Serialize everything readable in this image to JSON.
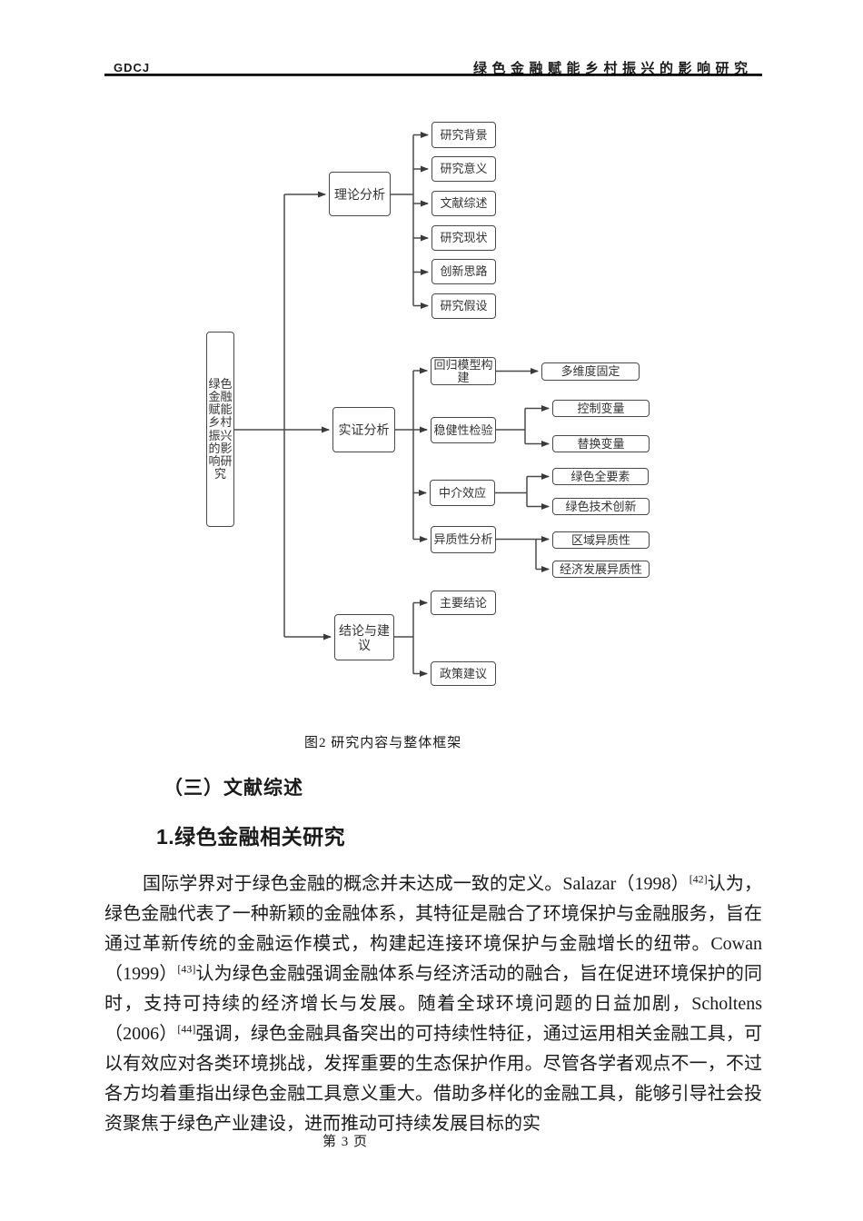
{
  "header": {
    "left": "GDCJ",
    "right": "绿色金融赋能乡村振兴的影响研究"
  },
  "diagram": {
    "nodes": {
      "root": "绿色金融赋能乡村振兴的影响研究",
      "theory": "理论分析",
      "empirical": "实证分析",
      "conclusion": "结论与建议",
      "background": "研究背景",
      "significance": "研究意义",
      "literature": "文献综述",
      "status": "研究现状",
      "innovation": "创新思路",
      "hypothesis": "研究假设",
      "regression": "回归模型构建",
      "robustness": "稳健性检验",
      "mediation": "中介效应",
      "heterogeneity": "异质性分析",
      "multifixed": "多维度固定",
      "control": "控制变量",
      "replace": "替换变量",
      "greentfp": "绿色全要素",
      "greentech": "绿色技术创新",
      "regionhet": "区域异质性",
      "econhet": "经济发展异质性",
      "mainconclusion": "主要结论",
      "policy": "政策建议"
    },
    "colors": {
      "box_border": "#4a4a4a",
      "connector": "#404040"
    }
  },
  "figure": {
    "caption": "图2 研究内容与整体框架"
  },
  "section": {
    "heading": "（三）文献综述",
    "subheading": "1.绿色金融相关研究"
  },
  "paragraph": {
    "seg0": "国际学界对于绿色金融的概念并未达成一致的定义。Salazar（1998）",
    "ref0": "[42]",
    "seg1": "认为，绿色金融代表了一种新颖的金融体系，其特征是融合了环境保护与金融服务，旨在通过革新传统的金融运作模式，构建起连接环境保护与金融增长的纽带。Cowan（1999）",
    "ref1": "[43]",
    "seg2": "认为绿色金融强调金融体系与经济活动的融合，旨在促进环境保护的同时，支持可持续的经济增长与发展。随着全球环境问题的日益加剧，Scholtens（2006）",
    "ref2": "[44]",
    "seg3": "强调，绿色金融具备突出的可持续性特征，通过运用相关金融工具，可以有效应对各类环境挑战，发挥重要的生态保护作用。尽管各学者观点不一，不过各方均着重指出绿色金融工具意义重大。借助多样化的金融工具，能够引导社会投资聚焦于绿色产业建设，进而推动可持续发展目标的实"
  },
  "footer": {
    "page_label": "第 3 页"
  }
}
